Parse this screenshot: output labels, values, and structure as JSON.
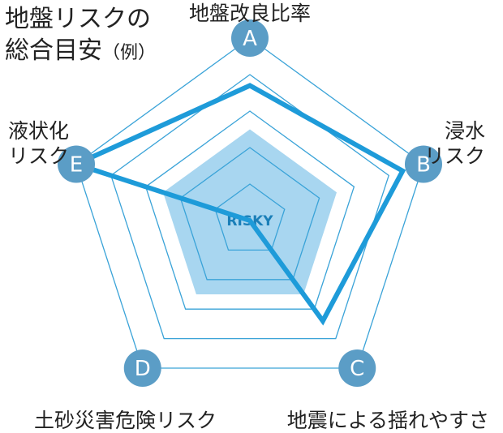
{
  "title": {
    "line1": "地盤リスクの",
    "line2": "総合目安",
    "suffix": "（例）"
  },
  "center_label": "RISKY",
  "colors": {
    "accent": "#1e9bd9",
    "node": "#5b9dc6",
    "grid": "#3aa3d8",
    "risky_fill": "#a8d6f0",
    "center_text": "#1a7fb8"
  },
  "chart_data": {
    "type": "radar",
    "levels": 5,
    "axes": [
      {
        "id": "A",
        "label": "地盤改良比率",
        "label_lines": [
          "地盤改良比率"
        ]
      },
      {
        "id": "B",
        "label": "浸水リスク",
        "label_lines": [
          "浸水",
          "リスク"
        ]
      },
      {
        "id": "C",
        "label": "地震による揺れやすさ",
        "label_lines": [
          "地震による揺れやすさ"
        ]
      },
      {
        "id": "D",
        "label": "土砂災害危険リスク",
        "label_lines": [
          "土砂災害危険リスク"
        ]
      },
      {
        "id": "E",
        "label": "液状化リスク",
        "label_lines": [
          "液状化",
          "リスク"
        ]
      }
    ],
    "risky_zone": 2.5,
    "values": [
      3.7,
      4.4,
      3.4,
      0,
      5
    ]
  }
}
